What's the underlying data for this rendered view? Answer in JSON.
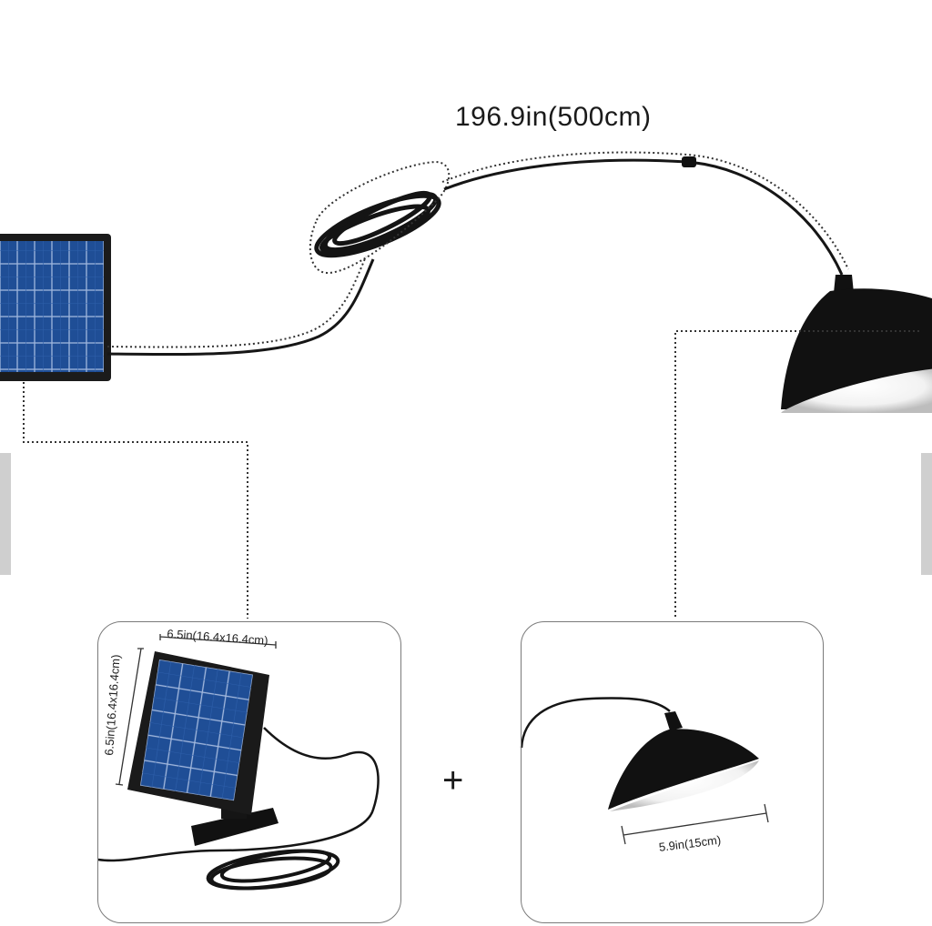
{
  "headline": "196.9in(500cm)",
  "panel_card": {
    "width_label": "6.5in(16.4x16.4cm)",
    "height_label": "6.5in(16.4x16.4cm)"
  },
  "plus_sign": "+",
  "lamp_card": {
    "width_label": "5.9in(15cm)"
  },
  "colors": {
    "panel_cell": "#1f4e96",
    "panel_frame": "#1b1b1b",
    "lamp_shade": "#111111",
    "dotted_line": "#333333",
    "card_border": "#7a7a7a"
  }
}
